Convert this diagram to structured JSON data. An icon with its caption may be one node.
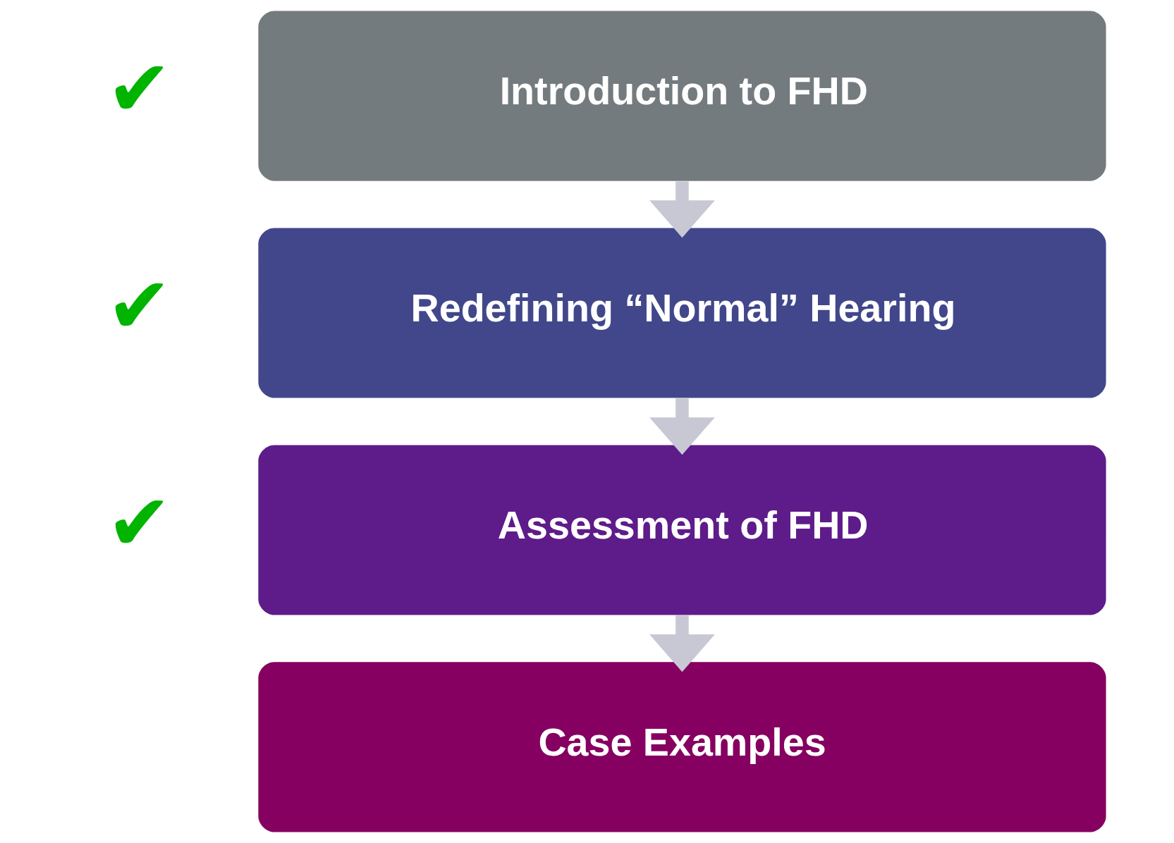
{
  "diagram": {
    "nodes": [
      {
        "text": [
          "Introduction to FHD"
        ],
        "beside": [
          "✔"
        ]
      },
      {
        "text": [
          "Redefining “Normal” Hearing"
        ],
        "beside": [
          "✔"
        ]
      },
      {
        "text": [
          "Assessment of FHD"
        ],
        "beside": [
          "✔"
        ]
      },
      {
        "text": [
          "Case Examples"
        ]
      }
    ],
    "edges": [
      {
        "from": 0,
        "to": 1,
        "arrow": "to"
      },
      {
        "from": 1,
        "to": 2,
        "arrow": "to"
      },
      {
        "from": 2,
        "to": 3,
        "arrow": "to"
      }
    ]
  }
}
